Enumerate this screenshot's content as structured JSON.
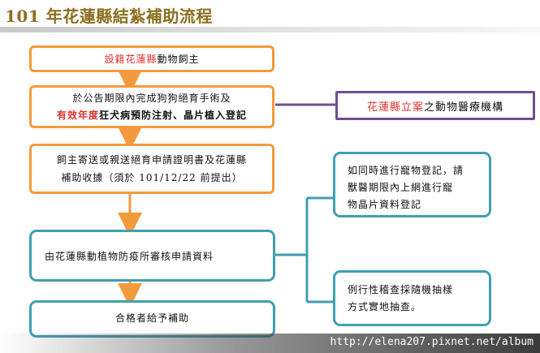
{
  "title": "101 年花蓮縣結紮補助流程",
  "step1": {
    "red_text": "設籍花蓮縣",
    "rest_text": "動物飼主"
  },
  "step2": {
    "line1": "於公告期限內完成狗狗絕育手術及",
    "line2_red": "有效年度",
    "line2_rest": "狂犬病預防注射、晶片植入登記"
  },
  "side_clinic": {
    "red_text": "花蓮縣立案",
    "rest_text": "之動物醫療機構"
  },
  "step3": {
    "line1": "飼主寄送或親送絕育申請證明書及花蓮縣",
    "line2": "補助收據（須於 101/12/22 前提出）"
  },
  "step4": {
    "text": "由花蓮縣動植物防疫所審核申請資料"
  },
  "note1": {
    "line1": "如同時進行寵物登記，請",
    "line2": "獸醫期限內上網進行寵",
    "line3": "物晶片資料登記"
  },
  "note2": {
    "line1": "例行性稽查採隨機抽樣",
    "line2": "方式實地抽查。"
  },
  "step5": {
    "text": "合格者給予補助"
  },
  "watermark": "http://elena207.pixnet.net/album",
  "colors": {
    "orange": "#f39a3c",
    "teal": "#3f9fb1",
    "purple": "#6f4e95",
    "red": "#e0302b",
    "title": "#8c6f1f"
  }
}
